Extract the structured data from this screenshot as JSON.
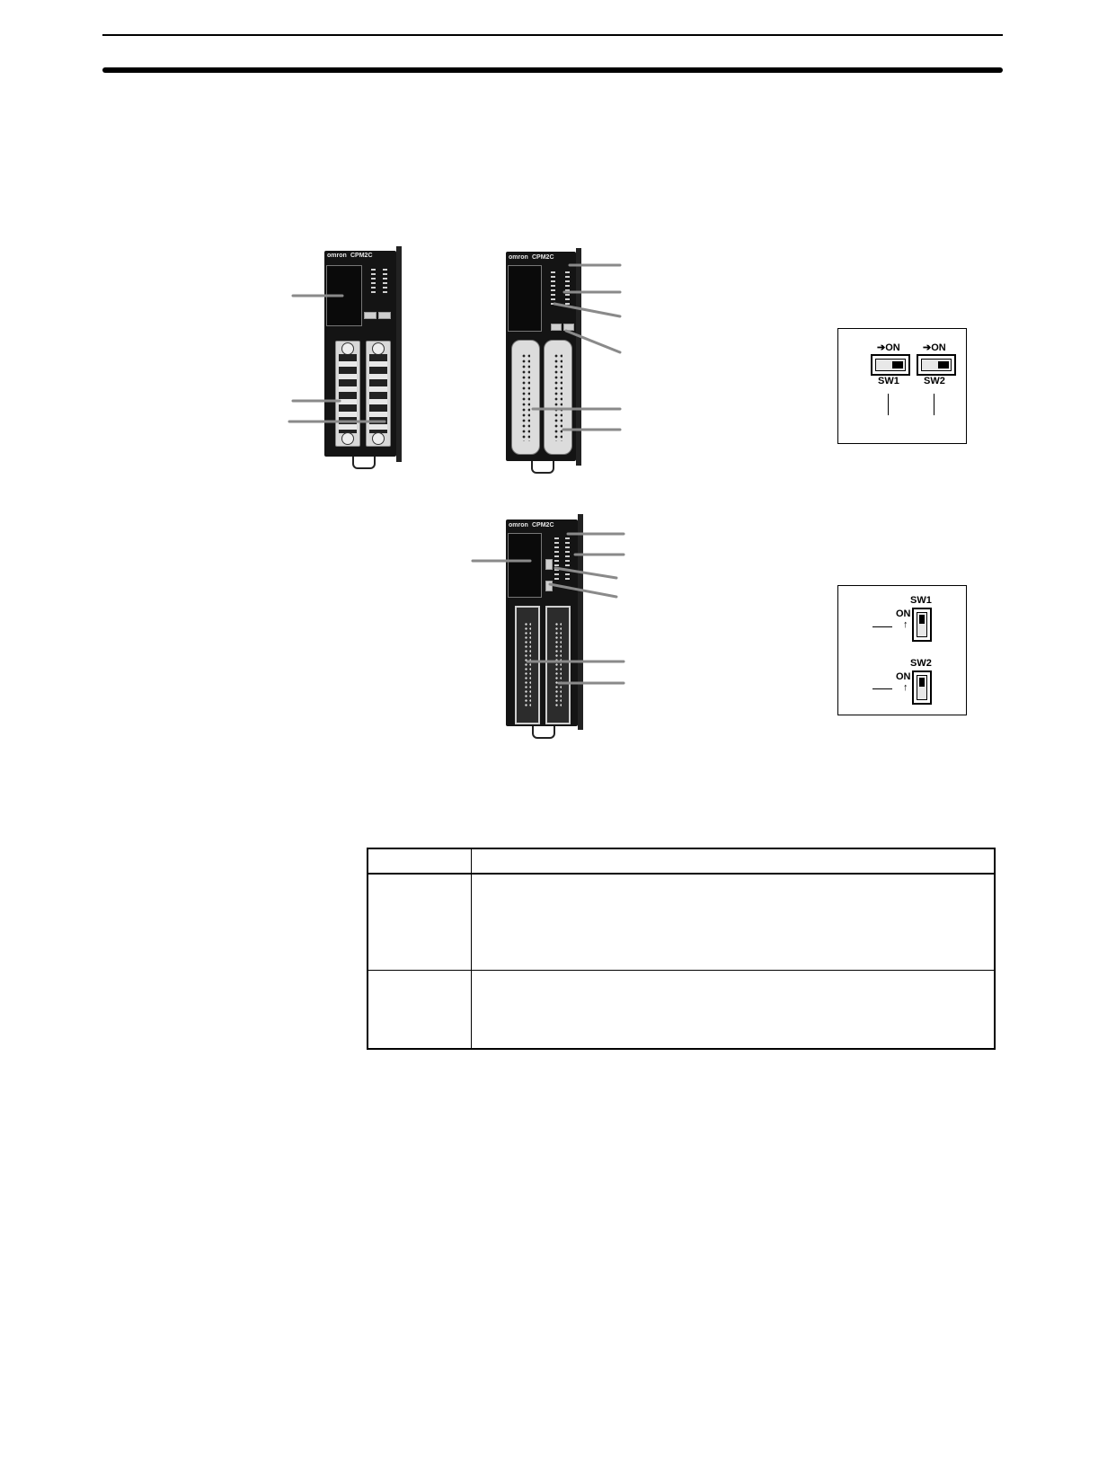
{
  "models": {
    "unit_a": {
      "brand": "omron",
      "model": "CPM2C"
    },
    "unit_b": {
      "brand": "omron",
      "model": "CPM2C"
    },
    "unit_c": {
      "brand": "omron",
      "model": "CPM2C"
    }
  },
  "dip_horizontal": {
    "sw1_on": "➔ON",
    "sw2_on": "➔ON",
    "sw1_label": "SW1",
    "sw2_label": "SW2"
  },
  "dip_vertical": {
    "sw1_label": "SW1",
    "sw1_on": "ON",
    "sw2_label": "SW2",
    "sw2_on": "ON",
    "arrow": "↑"
  },
  "table": {
    "header": [
      "",
      ""
    ],
    "rows": [
      [
        "",
        ""
      ],
      [
        "",
        ""
      ]
    ]
  },
  "colors": {
    "ink": "#000000",
    "device_body": "#141414",
    "leader_line": "#8a8a8a"
  }
}
